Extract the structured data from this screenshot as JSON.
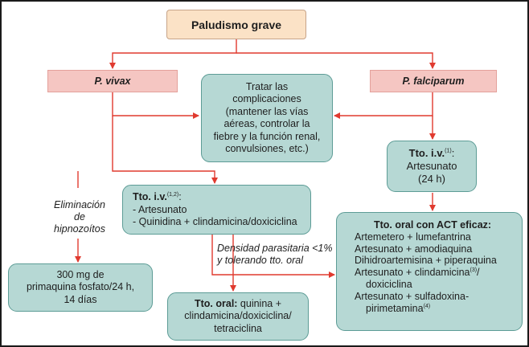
{
  "root": {
    "label": "Paludismo grave"
  },
  "vivax": {
    "label": "P. vivax"
  },
  "falciparum": {
    "label": "P. falciparum"
  },
  "complications": {
    "lines": [
      "Tratar las",
      "complicaciones",
      "(mantener las vías",
      "aéreas, controlar la",
      "fiebre y la función renal,",
      "convulsiones, etc.)"
    ]
  },
  "iv_falciparum": {
    "title": "Tto. i.v.",
    "sup": "(1)",
    "colon": ":",
    "drug": "Artesunato",
    "duration": "(24 h)"
  },
  "iv_vivax": {
    "title": "Tto. i.v.",
    "sup": "(1,2)",
    "colon": ":",
    "items": [
      "- Artesunato",
      "- Quinidina + clindamicina/doxiciclina"
    ]
  },
  "hypnozoite_label": {
    "lines": [
      "Eliminación",
      "de",
      "hipnozoítos"
    ]
  },
  "parasite_label": {
    "lines": [
      "Densidad parasitaria <1%",
      "y tolerando tto. oral"
    ]
  },
  "primaquine": {
    "lines": [
      "300 mg de",
      "primaquina fosfato/24 h,",
      "14 días"
    ]
  },
  "oral": {
    "title": "Tto. oral:",
    "line1_rest": " quinina +",
    "line2": "clindamicina/doxiciclina/",
    "line3": "tetraciclina"
  },
  "act": {
    "title": "Tto. oral con ACT eficaz:",
    "line1": "Artemetero + lumefantrina",
    "line2": "Artesunato + amodiaquina",
    "line3": "Dihidroartemisina + piperaquina",
    "line4": "Artesunato + clindamicina",
    "line4_sup": "(3)",
    "line4_end": "/",
    "line5": "doxiciclina",
    "line6": "Artesunato + sulfadoxina-",
    "line7": "pirimetamina",
    "line7_sup": "(4)"
  },
  "colors": {
    "arrow": "#e03a2f",
    "teal_fill": "#b6d8d4",
    "pink_fill": "#f5c6c2",
    "root_fill": "#fbe2c6"
  }
}
